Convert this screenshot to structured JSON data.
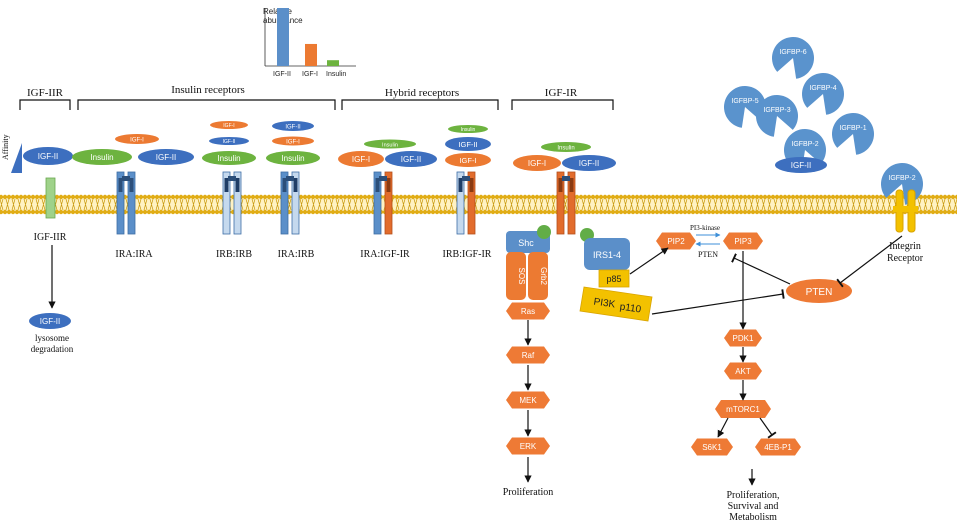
{
  "colors": {
    "igf2": "#3d6fbf",
    "igf1": "#ec7a32",
    "insulin": "#6db33f",
    "receptor_a": "#5b8fc9",
    "receptor_b": "#c5d9ee",
    "hybrid_orange": "#e26c2c",
    "igfbp": "#5a93cd",
    "membrane": "#e1ad16",
    "node_orange": "#ee7a35",
    "pi3k_yellow": "#f3c100",
    "green_dot": "#62ad47"
  },
  "abundance_chart": {
    "title_line1": "Relative",
    "title_line2": "abundance",
    "categories": [
      "IGF-II",
      "IGF-I",
      "Insulin"
    ],
    "values": [
      1.0,
      0.38,
      0.1
    ]
  },
  "brackets": {
    "igf2r": "IGF-IIR",
    "insulin_receptors": "Insulin receptors",
    "hybrid_receptors": "Hybrid receptors",
    "igf1r": "IGF-IR"
  },
  "affinity_label": "Affinity",
  "ligands": {
    "igf1": "IGF-I",
    "igf2": "IGF-II",
    "insulin": "Insulin"
  },
  "receptor_labels": {
    "igf2r": "IGF-IIR",
    "ira_ira": "IRA:IRA",
    "irb_irb": "IRB:IRB",
    "ira_irb": "IRA:IRB",
    "ira_igf1r": "IRA:IGF-IR",
    "irb_igf1r": "IRB:IGF-IR",
    "integrin_line1": "Integrin",
    "integrin_line2": "Receptor"
  },
  "lysosome": {
    "ligand": "IGF-II",
    "line1": "lysosome",
    "line2": "degradation"
  },
  "igfbps": [
    "IGFBP-6",
    "IGFBP-5",
    "IGFBP-4",
    "IGFBP-3",
    "IGFBP-1",
    "IGFBP-2",
    "IGFBP-2"
  ],
  "igfbp_bound_ligand": "IGF-II",
  "pathway": {
    "shc": "Shc",
    "sos": "SOS",
    "grb2": "Grb2",
    "ras": "Ras",
    "raf": "Raf",
    "mek": "MEK",
    "erk": "ERK",
    "proliferation": "Proliferation",
    "irs": "IRS1-4",
    "p85": "p85",
    "pi3k": "PI3K",
    "p110": "p110",
    "pip2": "PIP2",
    "pip3": "PIP3",
    "pi3_kinase": "PI3-kinase",
    "pten_small": "PTEN",
    "pten": "PTEN",
    "pdk1": "PDK1",
    "akt": "AKT",
    "mtorc1": "mTORC1",
    "s6k1": "S6K1",
    "eb4p1": "4EB-P1",
    "outcome_line1": "Proliferation,",
    "outcome_line2": "Survival and",
    "outcome_line3": "Metabolism"
  }
}
